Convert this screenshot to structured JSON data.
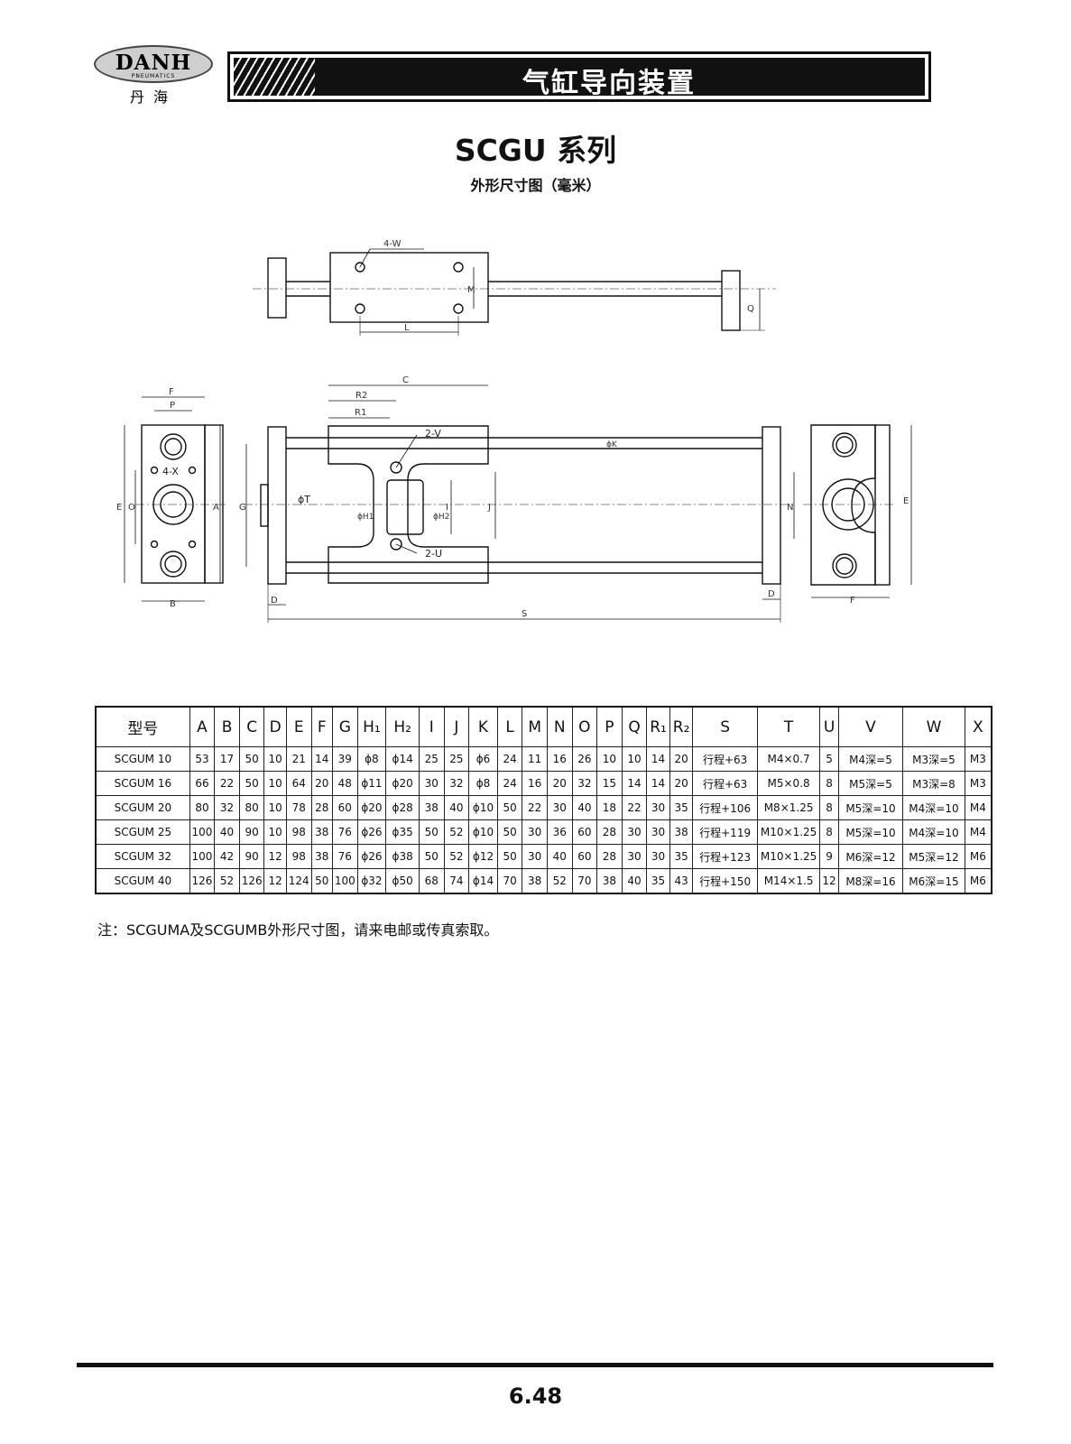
{
  "brand": {
    "logo_word": "DANH",
    "logo_sub": "PNEUMATICS",
    "logo_cn": "丹海"
  },
  "header": {
    "title": "气缸导向装置"
  },
  "title": "SCGU 系列",
  "subtitle": "外形尺寸图（毫米）",
  "drawing_labels": {
    "w": "4-W",
    "m": "M",
    "l": "L",
    "q": "Q",
    "f": "F",
    "p": "P",
    "x": "4-X",
    "e": "E",
    "o": "O",
    "a": "A",
    "b": "B",
    "c": "C",
    "r2": "R2",
    "r1": "R1",
    "v": "2-V",
    "u": "2-U",
    "k": "ϕK",
    "g": "G",
    "t": "ϕT",
    "h1": "ϕH1",
    "h2": "ϕH2",
    "i": "I",
    "j": "J",
    "n": "N",
    "d": "D",
    "s": "S"
  },
  "table": {
    "headers": [
      "型号",
      "A",
      "B",
      "C",
      "D",
      "E",
      "F",
      "G",
      "H₁",
      "H₂",
      "I",
      "J",
      "K",
      "L",
      "M",
      "N",
      "O",
      "P",
      "Q",
      "R₁",
      "R₂",
      "S",
      "T",
      "U",
      "V",
      "W",
      "X"
    ],
    "rows": [
      [
        "SCGUM 10",
        "53",
        "17",
        "50",
        "10",
        "21",
        "14",
        "39",
        "ϕ8",
        "ϕ14",
        "25",
        "25",
        "ϕ6",
        "24",
        "11",
        "16",
        "26",
        "10",
        "10",
        "14",
        "20",
        "行程+63",
        "M4×0.7",
        "5",
        "M4深=5",
        "M3深=5",
        "M3"
      ],
      [
        "SCGUM 16",
        "66",
        "22",
        "50",
        "10",
        "64",
        "20",
        "48",
        "ϕ11",
        "ϕ20",
        "30",
        "32",
        "ϕ8",
        "24",
        "16",
        "20",
        "32",
        "15",
        "14",
        "14",
        "20",
        "行程+63",
        "M5×0.8",
        "8",
        "M5深=5",
        "M3深=8",
        "M3"
      ],
      [
        "SCGUM 20",
        "80",
        "32",
        "80",
        "10",
        "78",
        "28",
        "60",
        "ϕ20",
        "ϕ28",
        "38",
        "40",
        "ϕ10",
        "50",
        "22",
        "30",
        "40",
        "18",
        "22",
        "30",
        "35",
        "行程+106",
        "M8×1.25",
        "8",
        "M5深=10",
        "M4深=10",
        "M4"
      ],
      [
        "SCGUM 25",
        "100",
        "40",
        "90",
        "10",
        "98",
        "38",
        "76",
        "ϕ26",
        "ϕ35",
        "50",
        "52",
        "ϕ10",
        "50",
        "30",
        "36",
        "60",
        "28",
        "30",
        "30",
        "38",
        "行程+119",
        "M10×1.25",
        "8",
        "M5深=10",
        "M4深=10",
        "M4"
      ],
      [
        "SCGUM 32",
        "100",
        "42",
        "90",
        "12",
        "98",
        "38",
        "76",
        "ϕ26",
        "ϕ38",
        "50",
        "52",
        "ϕ12",
        "50",
        "30",
        "40",
        "60",
        "28",
        "30",
        "30",
        "35",
        "行程+123",
        "M10×1.25",
        "9",
        "M6深=12",
        "M5深=12",
        "M6"
      ],
      [
        "SCGUM 40",
        "126",
        "52",
        "126",
        "12",
        "124",
        "50",
        "100",
        "ϕ32",
        "ϕ50",
        "68",
        "74",
        "ϕ14",
        "70",
        "38",
        "52",
        "70",
        "38",
        "40",
        "35",
        "43",
        "行程+150",
        "M14×1.5",
        "12",
        "M8深=16",
        "M6深=15",
        "M6"
      ]
    ]
  },
  "note": "注：SCGUMA及SCGUMB外形尺寸图，请来电邮或传真索取。",
  "page_number": "6.48"
}
